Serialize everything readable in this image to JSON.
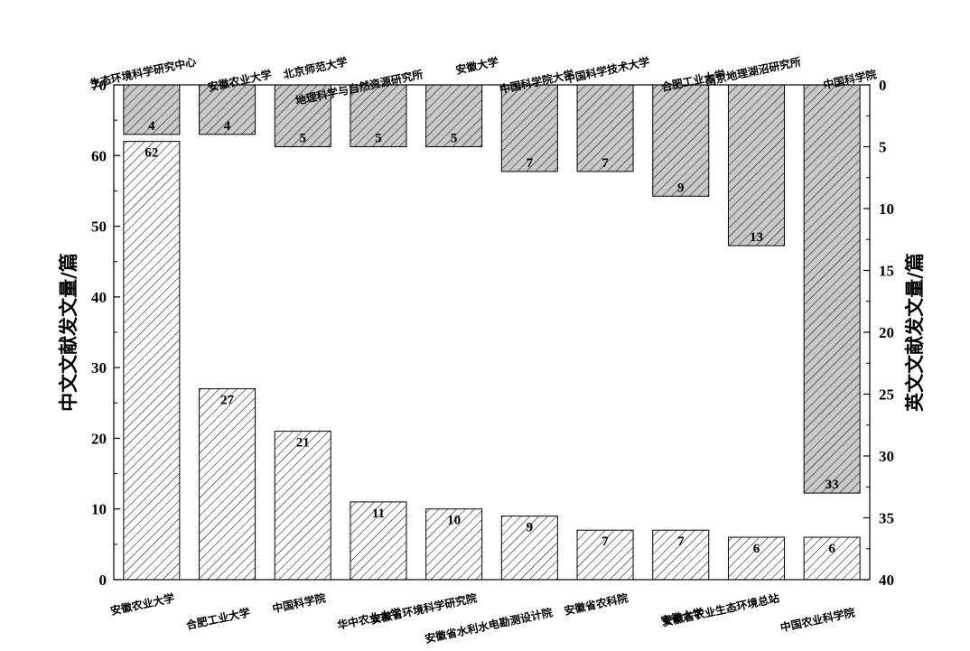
{
  "chart_data": {
    "type": "bar",
    "left_axis": {
      "label": "中文文献发文量/篇",
      "ylim": [
        0,
        70
      ],
      "ticks": [
        0,
        10,
        20,
        30,
        40,
        50,
        60,
        70
      ]
    },
    "right_axis": {
      "label": "英文文献发文量/篇",
      "ylim": [
        0,
        40
      ],
      "inverted": true,
      "ticks": [
        0,
        5,
        10,
        15,
        20,
        25,
        30,
        35,
        40
      ]
    },
    "series": [
      {
        "axis": "left",
        "fill": "#ffffff",
        "pattern": "hatch",
        "categories": [
          "安徽农业大学",
          "合肥工业大学",
          "中国科学院",
          "华中农业大学",
          "安徽省环境科学研究院",
          "安徽省水利水电勘测设计院",
          "安徽省农科院",
          "安徽大学",
          "安徽省农业生态环境总站",
          "中国农业科学院"
        ],
        "values": [
          62,
          27,
          21,
          11,
          10,
          9,
          7,
          7,
          6,
          6
        ]
      },
      {
        "axis": "right",
        "fill": "#c8c8c8",
        "pattern": "hatch",
        "categories": [
          "生态环境科学研究中心",
          "安徽农业大学",
          "北京师范大学",
          "地理科学与自然资源研究所",
          "安徽大学",
          "中国科学院大学",
          "中国科学技术大学",
          "合肥工业大学",
          "南京地理湖沼研究所",
          "中国科学院"
        ],
        "values": [
          4,
          4,
          5,
          5,
          5,
          7,
          7,
          9,
          13,
          33
        ]
      }
    ],
    "grid": false
  }
}
